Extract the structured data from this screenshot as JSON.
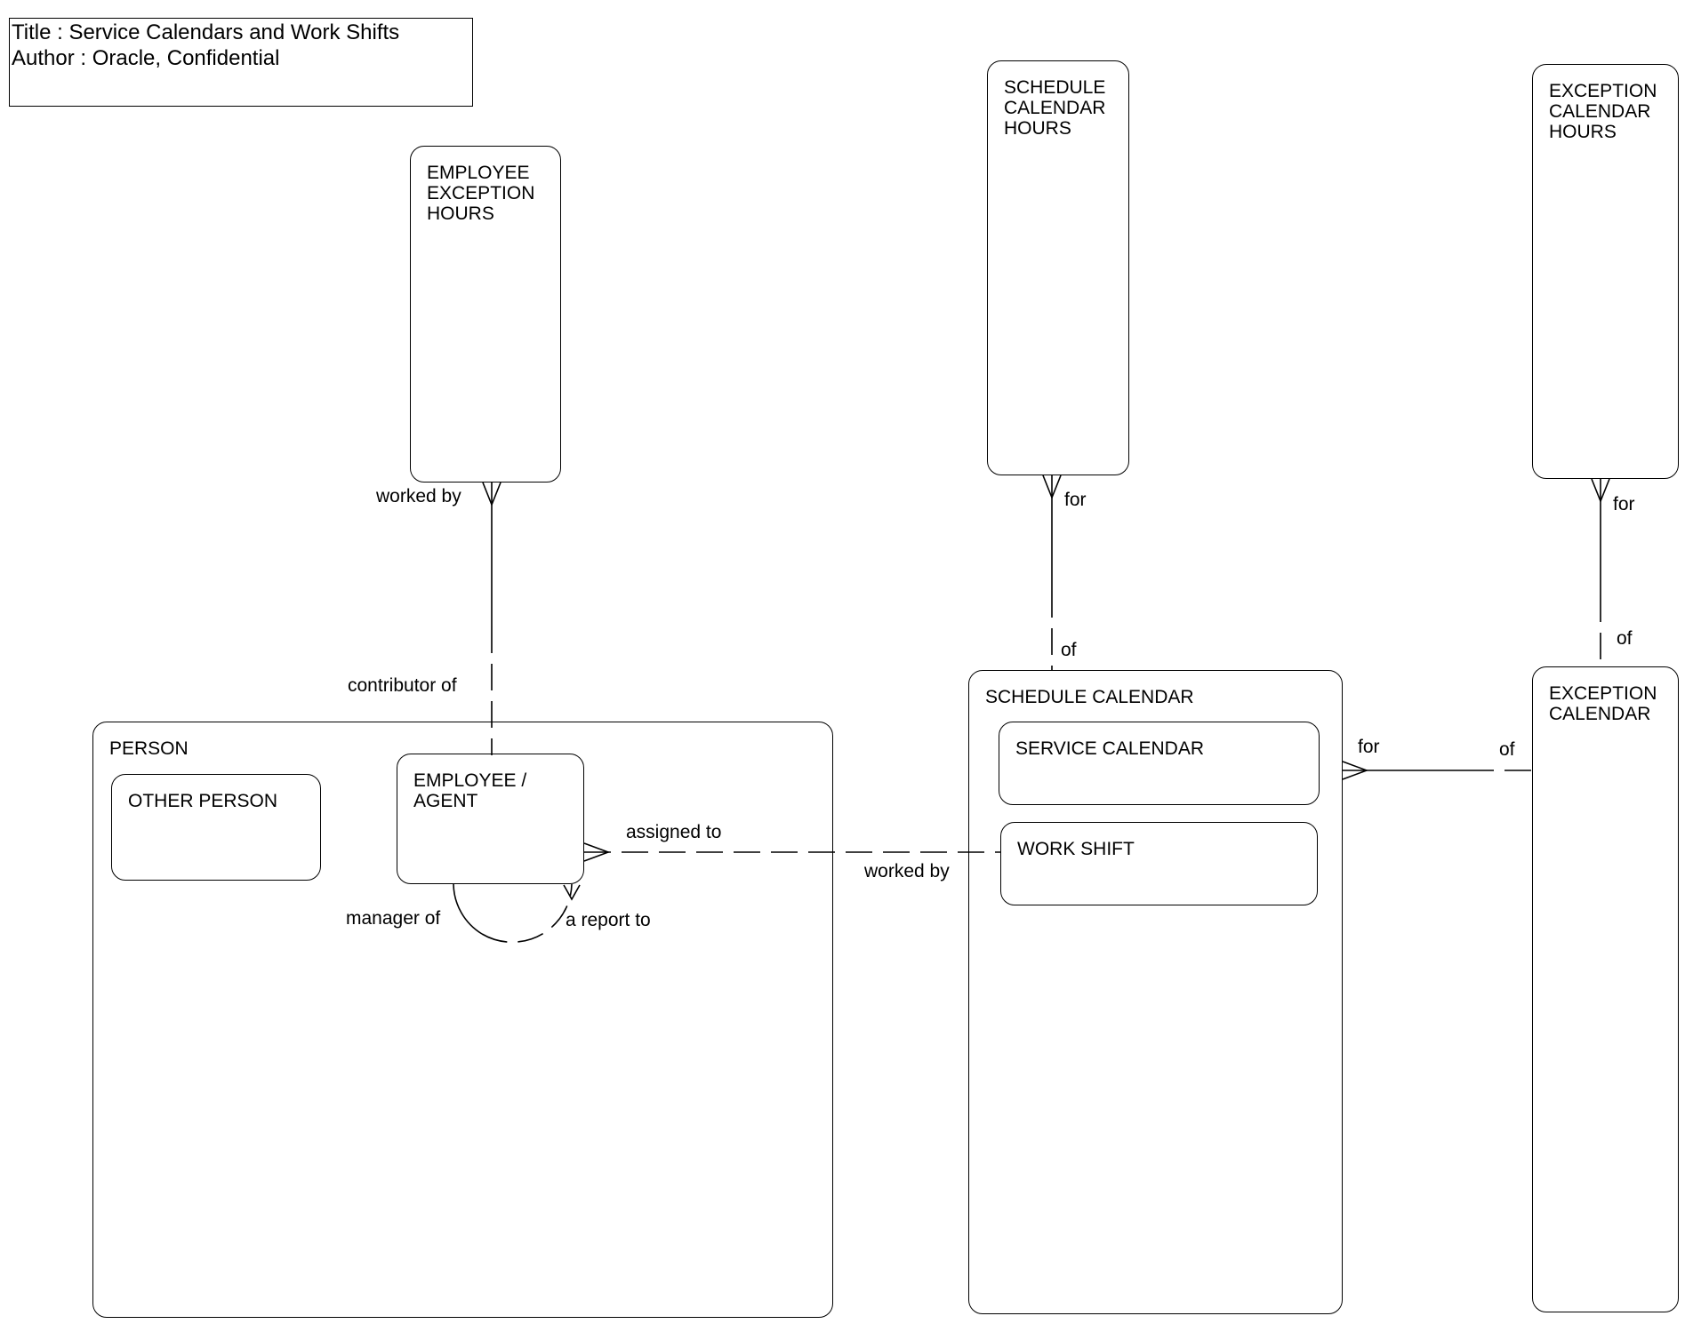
{
  "title_block": {
    "title_line": "Title : Service Calendars and Work Shifts",
    "author_line": "Author : Oracle, Confidential"
  },
  "entities": {
    "employee_exception_hours": "EMPLOYEE\nEXCEPTION\nHOURS",
    "schedule_calendar_hours": "SCHEDULE\nCALENDAR\nHOURS",
    "exception_calendar_hours": "EXCEPTION\nCALENDAR\nHOURS",
    "person": "PERSON",
    "other_person": "OTHER PERSON",
    "employee_agent": "EMPLOYEE /\nAGENT",
    "schedule_calendar": "SCHEDULE CALENDAR",
    "service_calendar": "SERVICE CALENDAR",
    "work_shift": "WORK SHIFT",
    "exception_calendar": "EXCEPTION\nCALENDAR"
  },
  "relationships": {
    "eeh_worked_by": "worked by",
    "eeh_contributor_of": "contributor of",
    "sch_for": "for",
    "sch_of": "of",
    "ech_for": "for",
    "ech_of": "of",
    "sc_ec_for": "for",
    "sc_ec_of": "of",
    "emp_assigned_to": "assigned to",
    "emp_worked_by": "worked by",
    "emp_manager_of": "manager of",
    "emp_a_report_to": "a report to"
  }
}
